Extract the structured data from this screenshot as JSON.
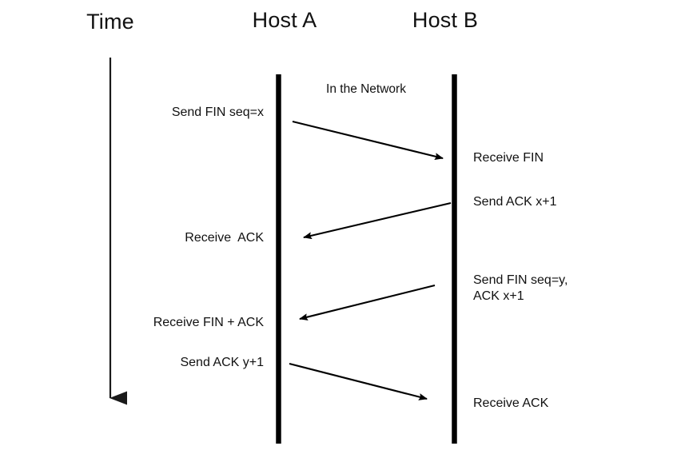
{
  "diagram": {
    "title_time": "Time",
    "host_a": "Host A",
    "host_b": "Host B",
    "network_label": "In the Network",
    "colors": {
      "ink": "#111111",
      "lifeline": "#000000",
      "background": "#ffffff",
      "time_axis": "#1a1a1a"
    },
    "messages": [
      {
        "id": "fin-1",
        "left_label": "Send FIN seq=x",
        "right_label": "Receive FIN",
        "direction": "a-to-b"
      },
      {
        "id": "ack-1",
        "left_label": "Receive  ACK",
        "right_label": "Send ACK x+1",
        "direction": "b-to-a"
      },
      {
        "id": "fin-2",
        "left_label": "Receive FIN + ACK",
        "right_label_line1": "Send FIN seq=y,",
        "right_label_line2": "ACK x+1",
        "direction": "b-to-a"
      },
      {
        "id": "ack-2",
        "left_label": "Send ACK y+1",
        "right_label": "Receive ACK",
        "direction": "a-to-b"
      }
    ]
  }
}
